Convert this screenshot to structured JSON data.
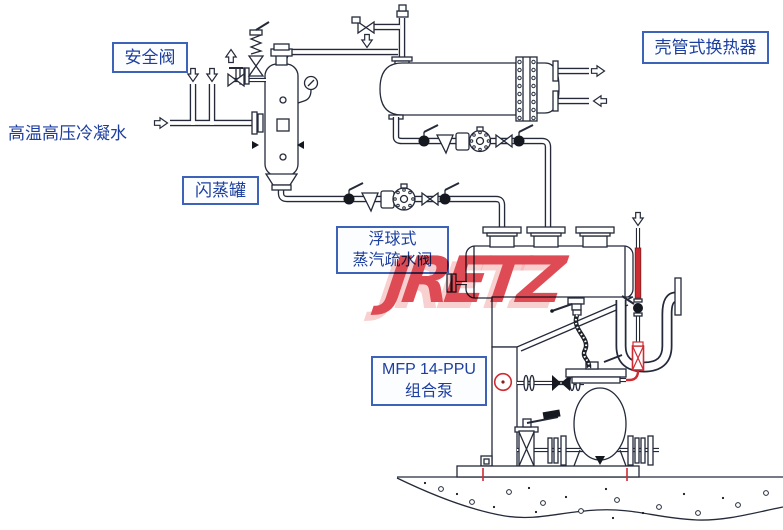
{
  "watermark": {
    "text": "JRETZ",
    "color": "#d8232e"
  },
  "labels": {
    "safety_valve": "安全阀",
    "condensate": "高温高压冷凝水",
    "flash_tank": "闪蒸罐",
    "float_trap_line1": "浮球式",
    "float_trap_line2": "蒸汽疏水阀",
    "heat_exchanger": "壳管式换热器",
    "pump_model": "MFP 14-PPU",
    "pump_name": "组合泵"
  },
  "colors": {
    "label_text": "#1d3fa0",
    "label_border": "#3c63b8",
    "line": "#242a3a",
    "highlight_red": "#cf2b33"
  },
  "flow_arrow_icons": [
    "down-arrow",
    "down-arrow",
    "right-arrow",
    "up-arrow",
    "down-arrow",
    "right-arrow",
    "left-arrow",
    "down-arrow"
  ]
}
